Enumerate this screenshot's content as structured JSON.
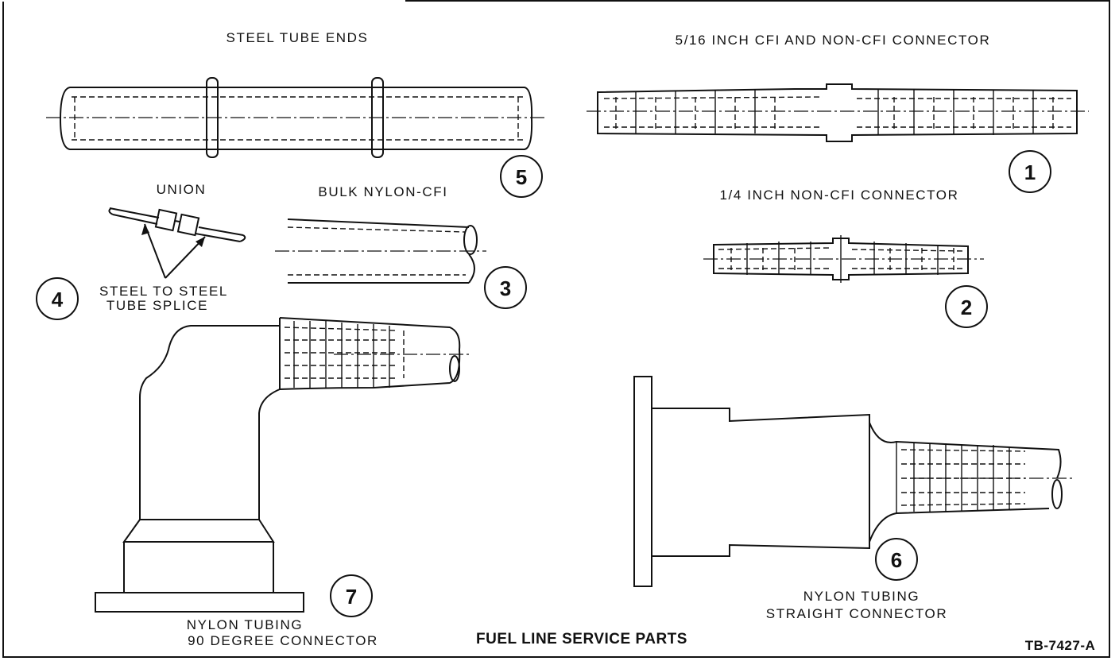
{
  "title": "FUEL LINE SERVICE PARTS",
  "figure_id": "TB-7427-A",
  "labels": {
    "steel_tube_ends": "STEEL TUBE ENDS",
    "cfi_connector_516": "5/16 INCH CFI AND NON-CFI CONNECTOR",
    "non_cfi_connector_14": "1/4 INCH NON-CFI CONNECTOR",
    "union": "UNION",
    "bulk_nylon_cfi": "BULK NYLON-CFI",
    "splice_line1": "STEEL TO STEEL",
    "splice_line2": "TUBE SPLICE",
    "nylon_90_line1": "NYLON TUBING",
    "nylon_90_line2": "90 DEGREE CONNECTOR",
    "nylon_straight_line1": "NYLON TUBING",
    "nylon_straight_line2": "STRAIGHT CONNECTOR"
  },
  "callouts": {
    "c1": "1",
    "c2": "2",
    "c3": "3",
    "c4": "4",
    "c5": "5",
    "c6": "6",
    "c7": "7"
  }
}
